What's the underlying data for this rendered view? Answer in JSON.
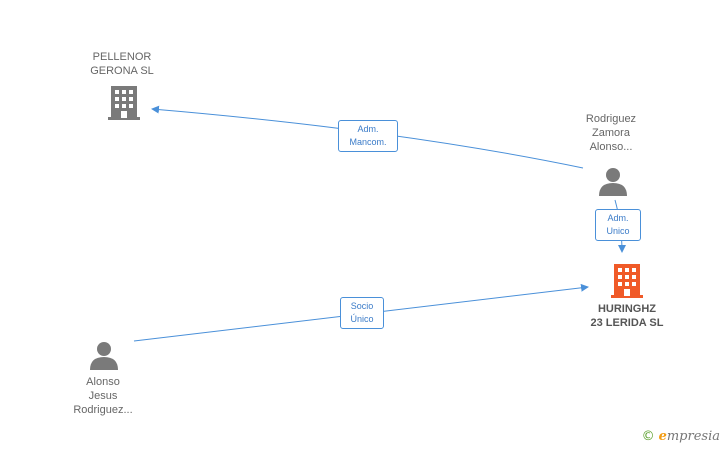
{
  "nodes": {
    "pellenor": {
      "lines": [
        "PELLENOR",
        "GERONA SL"
      ],
      "kind": "company"
    },
    "rodriguez": {
      "lines": [
        "Rodriguez",
        "Zamora",
        "Alonso..."
      ],
      "kind": "person"
    },
    "huringhz": {
      "lines": [
        "HURINGHZ",
        "23 LERIDA SL"
      ],
      "kind": "company-main"
    },
    "alonso": {
      "lines": [
        "Alonso",
        "Jesus",
        "Rodriguez..."
      ],
      "kind": "person"
    }
  },
  "edges": {
    "adm_mancom": {
      "lines": [
        "Adm.",
        "Mancom."
      ]
    },
    "adm_unico": {
      "lines": [
        "Adm.",
        "Unico"
      ]
    },
    "socio_unico": {
      "lines": [
        "Socio",
        "Único"
      ]
    }
  },
  "colors": {
    "edge": "#4a90d9",
    "company": "#7a7a7a",
    "company_main": "#f05a28",
    "person": "#7a7a7a"
  },
  "icons": {
    "company": "building-icon",
    "person": "person-icon"
  },
  "brand": {
    "copyright": "©",
    "initial": "e",
    "rest": "mpresia"
  }
}
